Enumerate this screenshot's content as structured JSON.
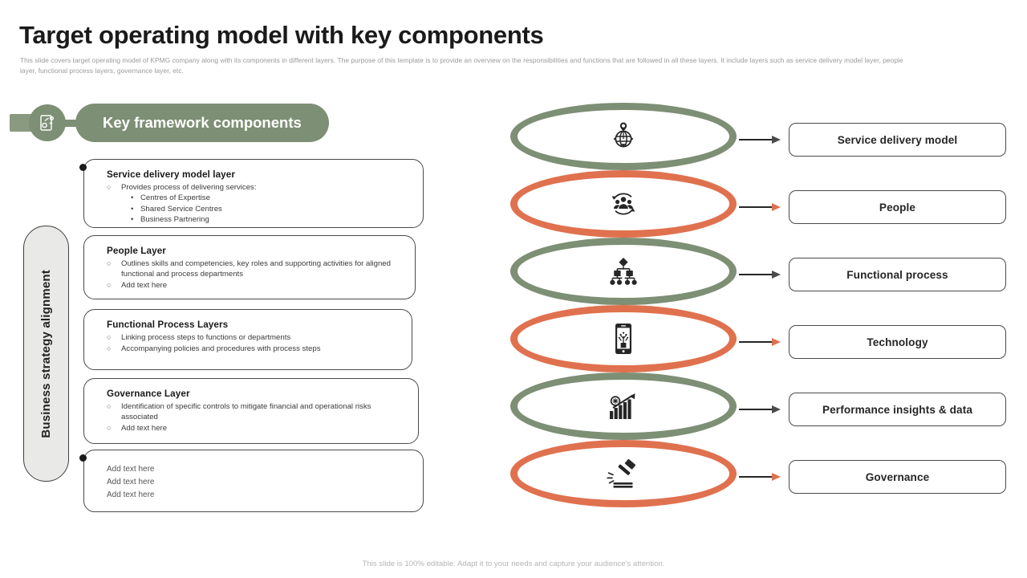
{
  "header": {
    "title": "Target operating model with key components",
    "subtitle": "This slide covers target operating model of KPMG  company along with its components in different layers. The purpose of this template is to provide an overview on the responsibilities and functions that are followed in all these layers. It include layers such as service delivery model layer, people layer, functional process layers, governance layer, etc."
  },
  "badge": {
    "icon": "document-settings-icon",
    "label": "Key framework components"
  },
  "strategy": {
    "label": "Business strategy alignment"
  },
  "cards": [
    {
      "title": "Service delivery model layer",
      "level1": [
        "Provides process of delivering services:"
      ],
      "level2": [
        "Centres of Expertise",
        "Shared Service Centres",
        "Business Partnering"
      ],
      "plain": []
    },
    {
      "title": "People Layer",
      "level1": [
        "Outlines skills and competencies, key roles and supporting activities for aligned functional and process departments",
        "Add text here"
      ],
      "level2": [],
      "plain": []
    },
    {
      "title": "Functional Process Layers",
      "level1": [
        "Linking process steps to functions or departments",
        "Accompanying policies and procedures with process steps"
      ],
      "level2": [],
      "plain": []
    },
    {
      "title": "Governance Layer",
      "level1": [
        "Identification of specific controls to mitigate financial and operational risks associated",
        "Add text here"
      ],
      "level2": [],
      "plain": []
    },
    {
      "title": "",
      "level1": [],
      "level2": [],
      "plain": [
        "Add text here",
        "Add text here",
        "Add text here"
      ]
    }
  ],
  "funnel": {
    "layers": [
      {
        "icon": "globe-location-icon",
        "color": "#7d8f74",
        "label": "Service delivery model"
      },
      {
        "icon": "people-cycle-icon",
        "color": "#e0714f",
        "label": "People"
      },
      {
        "icon": "hierarchy-flowchart-icon",
        "color": "#7d8f74",
        "label": "Functional process"
      },
      {
        "icon": "smartphone-tech-icon",
        "color": "#e0714f",
        "label": "Technology"
      },
      {
        "icon": "growth-chart-icon",
        "color": "#7d8f74",
        "label": "Performance insights & data"
      },
      {
        "icon": "gavel-icon",
        "color": "#e0714f",
        "label": "Governance"
      }
    ]
  },
  "colors": {
    "green": "#7d8f74",
    "coral": "#e0714f",
    "card_border": "#4a4a4a",
    "pill_bg": "#e9eae7"
  },
  "footer": {
    "note": "This slide is 100% editable. Adapt it to your needs and capture your audience's attention."
  }
}
